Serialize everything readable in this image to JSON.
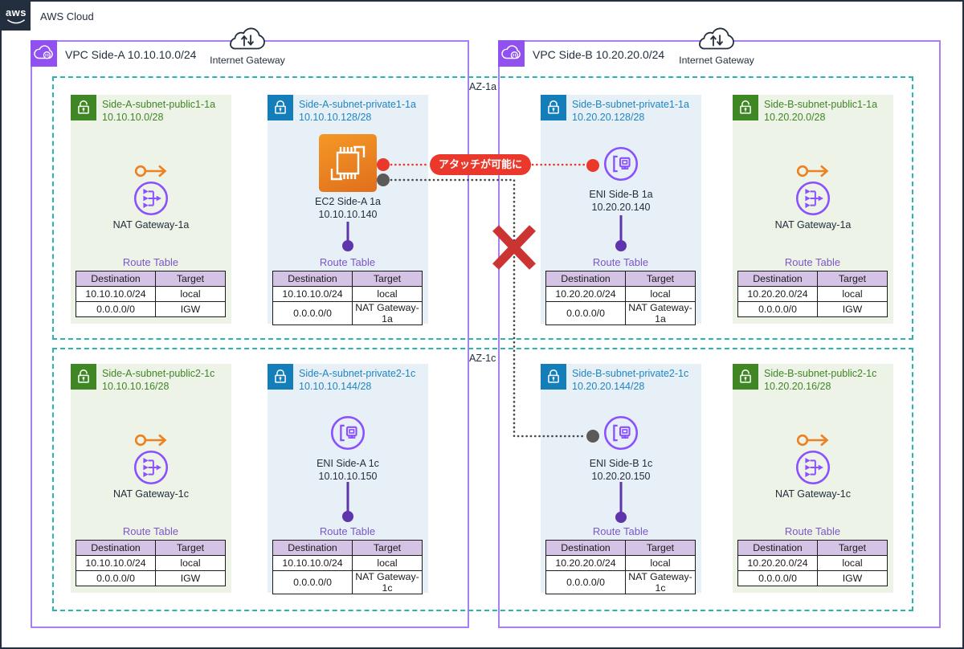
{
  "header": {
    "logo_text": "aws",
    "title": "AWS Cloud"
  },
  "annotation": {
    "attach_label": "アタッチが可能に"
  },
  "vpcs": [
    {
      "title": "VPC Side-A 10.10.10.0/24",
      "igw_label": "Internet Gateway"
    },
    {
      "title": "VPC Side-B 10.20.20.0/24",
      "igw_label": "Internet Gateway"
    }
  ],
  "azs": [
    {
      "label": "AZ-1a"
    },
    {
      "label": "AZ-1c"
    }
  ],
  "subnets": [
    {
      "name": "Side-A-subnet-public1-1a",
      "cidr": "10.10.10.0/28",
      "type": "public",
      "resource": {
        "kind": "nat-gateway",
        "label": "NAT Gateway-1a"
      },
      "route_table": {
        "title": "Route Table",
        "headers": [
          "Destination",
          "Target"
        ],
        "rows": [
          [
            "10.10.10.0/24",
            "local"
          ],
          [
            "0.0.0.0/0",
            "IGW"
          ]
        ]
      }
    },
    {
      "name": "Side-A-subnet-private1-1a",
      "cidr": "10.10.10.128/28",
      "type": "private",
      "resource": {
        "kind": "ec2",
        "label": "EC2 Side-A 1a",
        "ip": "10.10.10.140"
      },
      "route_table": {
        "title": "Route Table",
        "headers": [
          "Destination",
          "Target"
        ],
        "rows": [
          [
            "10.10.10.0/24",
            "local"
          ],
          [
            "0.0.0.0/0",
            "NAT Gateway-1a"
          ]
        ]
      }
    },
    {
      "name": "Side-B-subnet-private1-1a",
      "cidr": "10.20.20.128/28",
      "type": "private",
      "resource": {
        "kind": "eni",
        "label": "ENI Side-B 1a",
        "ip": "10.20.20.140"
      },
      "route_table": {
        "title": "Route Table",
        "headers": [
          "Destination",
          "Target"
        ],
        "rows": [
          [
            "10.20.20.0/24",
            "local"
          ],
          [
            "0.0.0.0/0",
            "NAT Gateway-1a"
          ]
        ]
      }
    },
    {
      "name": "Side-B-subnet-public1-1a",
      "cidr": "10.20.20.0/28",
      "type": "public",
      "resource": {
        "kind": "nat-gateway",
        "label": "NAT Gateway-1a"
      },
      "route_table": {
        "title": "Route Table",
        "headers": [
          "Destination",
          "Target"
        ],
        "rows": [
          [
            "10.20.20.0/24",
            "local"
          ],
          [
            "0.0.0.0/0",
            "IGW"
          ]
        ]
      }
    },
    {
      "name": "Side-A-subnet-public2-1c",
      "cidr": "10.10.10.16/28",
      "type": "public",
      "resource": {
        "kind": "nat-gateway",
        "label": "NAT Gateway-1c"
      },
      "route_table": {
        "title": "Route Table",
        "headers": [
          "Destination",
          "Target"
        ],
        "rows": [
          [
            "10.10.10.0/24",
            "local"
          ],
          [
            "0.0.0.0/0",
            "IGW"
          ]
        ]
      }
    },
    {
      "name": "Side-A-subnet-private2-1c",
      "cidr": "10.10.10.144/28",
      "type": "private",
      "resource": {
        "kind": "eni",
        "label": "ENI Side-A 1c",
        "ip": "10.10.10.150"
      },
      "route_table": {
        "title": "Route Table",
        "headers": [
          "Destination",
          "Target"
        ],
        "rows": [
          [
            "10.10.10.0/24",
            "local"
          ],
          [
            "0.0.0.0/0",
            "NAT Gateway-1c"
          ]
        ]
      }
    },
    {
      "name": "Side-B-subnet-private2-1c",
      "cidr": "10.20.20.144/28",
      "type": "private",
      "resource": {
        "kind": "eni",
        "label": "ENI Side-B 1c",
        "ip": "10.20.20.150"
      },
      "route_table": {
        "title": "Route Table",
        "headers": [
          "Destination",
          "Target"
        ],
        "rows": [
          [
            "10.20.20.0/24",
            "local"
          ],
          [
            "0.0.0.0/0",
            "NAT Gateway-1c"
          ]
        ]
      }
    },
    {
      "name": "Side-B-subnet-public2-1c",
      "cidr": "10.20.20.16/28",
      "type": "public",
      "resource": {
        "kind": "nat-gateway",
        "label": "NAT Gateway-1c"
      },
      "route_table": {
        "title": "Route Table",
        "headers": [
          "Destination",
          "Target"
        ],
        "rows": [
          [
            "10.20.20.0/24",
            "local"
          ],
          [
            "0.0.0.0/0",
            "IGW"
          ]
        ]
      }
    }
  ],
  "colors": {
    "public_green": "#3f8624",
    "private_blue": "#147eba",
    "vpc_purple": "#a87ef2",
    "vpc_icon_purple": "#9051f0",
    "az_teal": "#2ab7ab",
    "accent_red": "#ea392c",
    "cross_red": "#cc3434",
    "connector_purple": "#5e35ab",
    "resource_purple": "#8a4fff",
    "ec2_orange": "#ed7d1e",
    "route_header_lavender": "#d5c3e6",
    "dark_navy": "#232f3e"
  }
}
